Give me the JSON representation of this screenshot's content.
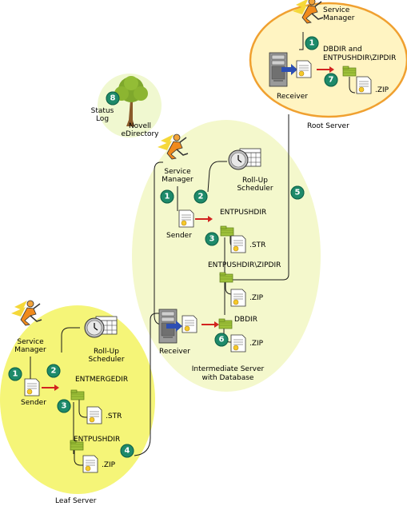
{
  "colors": {
    "leaf_fill": "#f5f578",
    "intermediate_fill": "#f4f8cc",
    "root_fill": "#fff4c2",
    "root_stroke": "#f0a030",
    "status_fill": "#f0f8d0",
    "badge": "#1e8a6a",
    "tree_green": "#7fa82c",
    "trunk": "#8a5a2a",
    "arrow_red": "#d2231f",
    "arrow_blue": "#2d4fb3",
    "folder": "#9fc23a"
  },
  "root": {
    "service_manager": "Service Manager",
    "dirs_label": "DBDIR and ENTPUSHDIR\\ZIPDIR",
    "receiver": "Receiver",
    "zip": ".ZIP",
    "server": "Root Server",
    "step_1": "1",
    "step_7": "7"
  },
  "status": {
    "status_log": "Status Log",
    "edirectory": "Novell eDirectory",
    "step_8": "8"
  },
  "intermediate": {
    "service_manager": "Service Manager",
    "rollup": "Roll-Up Scheduler",
    "sender": "Sender",
    "entpushdir": "ENTPUSHDIR",
    "str": ".STR",
    "zipdir": "ENTPUSHDIR\\ZIPDIR",
    "zip1": ".ZIP",
    "receiver": "Receiver",
    "dbdir": "DBDIR",
    "zip2": ".ZIP",
    "server": "Intermediate Server with Database",
    "step_1": "1",
    "step_2": "2",
    "step_3": "3",
    "step_5": "5",
    "step_6": "6"
  },
  "leaf": {
    "service_manager": "Service Manager",
    "rollup": "Roll-Up Scheduler",
    "sender": "Sender",
    "entmergedir": "ENTMERGEDIR",
    "str": ".STR",
    "entpushdir": "ENTPUSHDIR",
    "zip": ".ZIP",
    "server": "Leaf Server",
    "step_1": "1",
    "step_2": "2",
    "step_3": "3",
    "step_4": "4"
  }
}
